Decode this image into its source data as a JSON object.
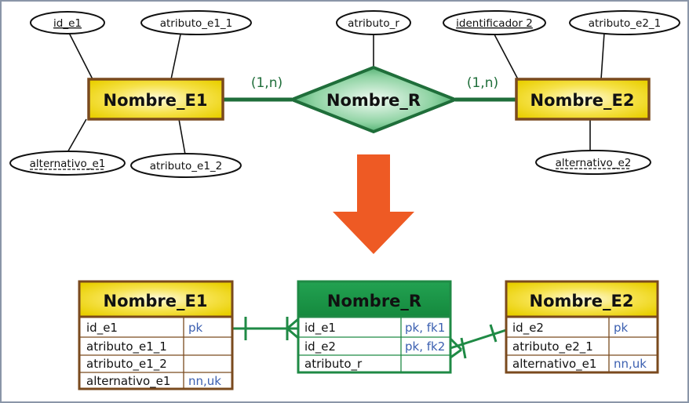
{
  "er": {
    "entity1": "Nombre_E1",
    "entity2": "Nombre_E2",
    "relation": "Nombre_R",
    "card_left": "(1,n)",
    "card_right": "(1,n)",
    "attrs": {
      "id_e1": "id_e1",
      "atributo_e1_1": "atributo_e1_1",
      "alternativo_e1": "alternativo_e1",
      "atributo_e1_2": "atributo_e1_2",
      "atributo_r": "atributo_r",
      "identificador2": "identificador 2",
      "atributo_e2_1": "atributo_e2_1",
      "alternativo_e2": "alternativo_e2"
    }
  },
  "tables": {
    "t1": {
      "title": "Nombre_E1",
      "rows": [
        {
          "name": "id_e1",
          "meta": "pk"
        },
        {
          "name": "atributo_e1_1",
          "meta": ""
        },
        {
          "name": "atributo_e1_2",
          "meta": ""
        },
        {
          "name": "alternativo_e1",
          "meta": "nn,uk"
        }
      ]
    },
    "tr": {
      "title": "Nombre_R",
      "rows": [
        {
          "name": "id_e1",
          "meta": "pk, fk1"
        },
        {
          "name": "id_e2",
          "meta": "pk, fk2"
        },
        {
          "name": "atributo_r",
          "meta": ""
        }
      ]
    },
    "t2": {
      "title": "Nombre_E2",
      "rows": [
        {
          "name": "id_e2",
          "meta": "pk"
        },
        {
          "name": "atributo_e2_1",
          "meta": ""
        },
        {
          "name": "alternativo_e1",
          "meta": "nn,uk"
        }
      ]
    }
  },
  "colors": {
    "entity_fill": "#f2dc10",
    "entity_border": "#7a4a1e",
    "relation_green": "#1f8a45",
    "arrow": "#ee5a24",
    "meta_blue": "#3b5fb0",
    "frame": "#8a96a8"
  }
}
